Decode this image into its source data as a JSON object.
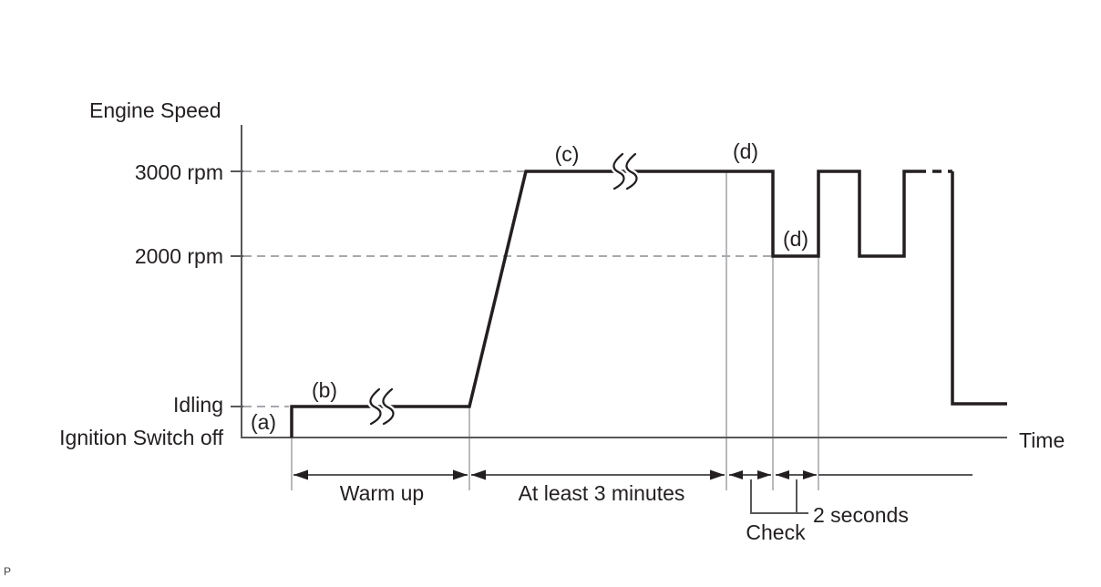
{
  "page": {
    "background": "#ffffff",
    "corner_mark": "P"
  },
  "colors": {
    "signal": "#231f20",
    "axis": "#58585a",
    "guide": "#a7a9ac",
    "text": "#231f20"
  },
  "axes": {
    "y_label": "Engine Speed",
    "x_label": "Time"
  },
  "y_levels": [
    {
      "label": "3000 rpm",
      "value": 3000
    },
    {
      "label": "2000 rpm",
      "value": 2000
    },
    {
      "label": "Idling"
    },
    {
      "label": "Ignition Switch off"
    }
  ],
  "step_markers": [
    {
      "label": "(a)"
    },
    {
      "label": "(b)"
    },
    {
      "label": "(c)"
    },
    {
      "label": "(d)"
    },
    {
      "label": "(d)"
    }
  ],
  "spans": {
    "warm_up": "Warm up",
    "at_least_3_minutes": "At least 3 minutes",
    "check": "Check",
    "two_seconds": "2 seconds"
  },
  "chart_data": {
    "type": "line",
    "subtype": "step-timing-profile",
    "title": "",
    "xlabel": "Time",
    "ylabel": "Engine Speed",
    "grid": false,
    "legend_position": "none",
    "y_tick_labels": [
      "Ignition Switch off",
      "Idling",
      "2000 rpm",
      "3000 rpm"
    ],
    "steps": [
      {
        "marker": "(a)",
        "action": "Start engine: ignition switch off up to idling"
      },
      {
        "marker": "(b)",
        "action": "Hold at idling",
        "duration_label": "Warm up"
      },
      {
        "marker": "(c)",
        "action": "Raise and hold engine speed at 3000 rpm",
        "duration_label": "At least 3 minutes"
      },
      {
        "marker": "(d)",
        "action": "Alternate engine speed between 3000 rpm and 2000 rpm",
        "interval_label": "2 seconds",
        "check_label": "Check"
      }
    ],
    "profile_points": [
      {
        "t": 0,
        "level": "Ignition Switch off"
      },
      {
        "t": 1,
        "level": "Idling"
      },
      {
        "t": 4,
        "level": "Idling"
      },
      {
        "t": 5,
        "level": "3000 rpm"
      },
      {
        "t": 9,
        "level": "3000 rpm"
      },
      {
        "t": 9,
        "level": "2000 rpm"
      },
      {
        "t": 10,
        "level": "2000 rpm"
      },
      {
        "t": 10,
        "level": "3000 rpm"
      },
      {
        "t": 11,
        "level": "3000 rpm"
      },
      {
        "t": 11,
        "level": "2000 rpm"
      },
      {
        "t": 12,
        "level": "2000 rpm"
      },
      {
        "t": 12,
        "level": "3000 rpm"
      },
      {
        "t": 13,
        "level": "3000 rpm"
      },
      {
        "t": 13,
        "level": "Idling"
      },
      {
        "t": 14,
        "level": "Idling"
      }
    ],
    "annotations": [
      "Warm up",
      "At least 3 minutes",
      "Check",
      "2 seconds",
      "(a)",
      "(b)",
      "(c)",
      "(d)",
      "(d)"
    ]
  }
}
